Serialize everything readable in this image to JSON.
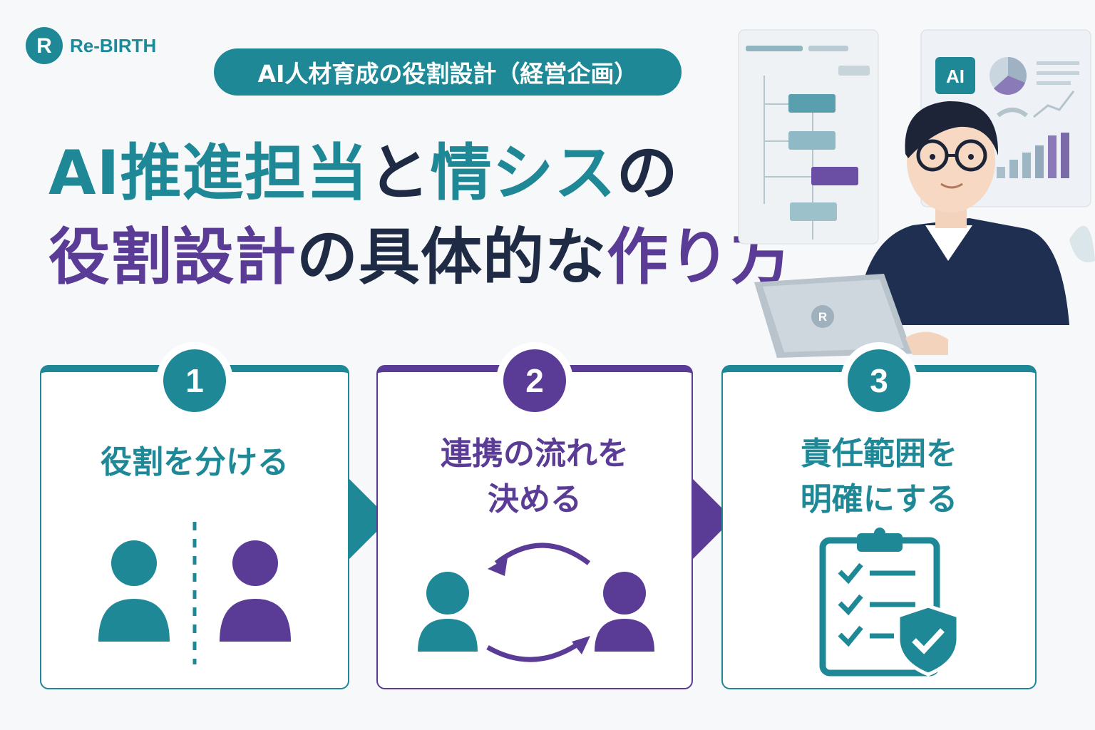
{
  "brand": {
    "name": "Re-BIRTH",
    "mark_letter": "R"
  },
  "category_pill": "AI人材育成の役割設計（経営企画）",
  "headline": {
    "line1": [
      {
        "text": "AI推進担当",
        "color": "#1e8896"
      },
      {
        "text": "と",
        "color": "#1f2b45"
      },
      {
        "text": "情シス",
        "color": "#1e8896"
      },
      {
        "text": "の",
        "color": "#1f2b45"
      }
    ],
    "line2": [
      {
        "text": "役割設計",
        "color": "#5a3b96"
      },
      {
        "text": "の具体的な",
        "color": "#1f2b45"
      },
      {
        "text": "作り方",
        "color": "#5a3b96"
      }
    ]
  },
  "illustration": {
    "screen_badge": "AI",
    "laptop_logo": "R"
  },
  "steps": [
    {
      "number": "1",
      "lines": [
        "役割を分ける"
      ],
      "color": "#1e8896",
      "icon": "two-people-divided-icon"
    },
    {
      "number": "2",
      "lines": [
        "連携の流れを",
        "決める"
      ],
      "color": "#5a3b96",
      "icon": "two-people-exchange-icon"
    },
    {
      "number": "3",
      "lines": [
        "責任範囲を",
        "明確にする"
      ],
      "color": "#1e8896",
      "icon": "clipboard-shield-icon"
    }
  ],
  "colors": {
    "teal": "#1e8896",
    "purple": "#5a3b96",
    "navy": "#1f2b45"
  }
}
